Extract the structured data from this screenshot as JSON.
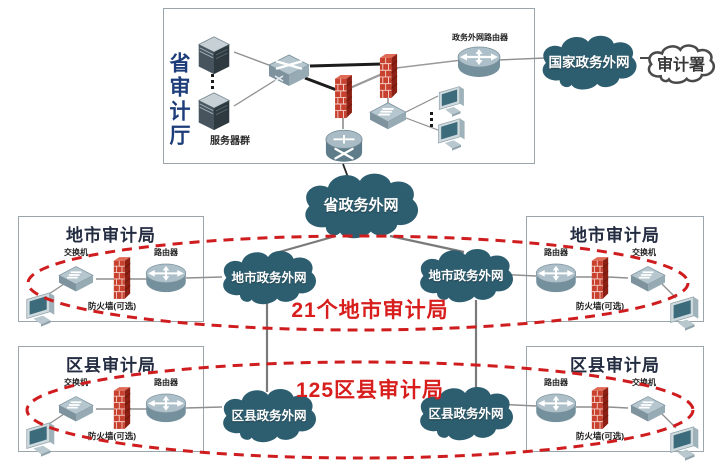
{
  "colors": {
    "cloud_dark": "#2d5e70",
    "cloud_light_fill": "#ffffff",
    "cloud_light_stroke": "#4a4a4a",
    "accent_red": "#d81d1d",
    "ellipse_red": "#cf1d1f",
    "box_border": "#9aa6ab",
    "title_dark": "#232c40",
    "vertical_title_blue": "#1d3d7a",
    "small_label": "#222222",
    "firewall_red": "#c8402e"
  },
  "top_box": {
    "vertical_title": "省审计厅",
    "server_group_label": "服务器群",
    "router_label": "政务外网路由器"
  },
  "clouds": {
    "national": "国家政务外网",
    "audit_office": "审计署",
    "provincial": "省政务外网",
    "city_left": "地市政务外网",
    "city_right": "地市政务外网",
    "county_left": "区县政务外网",
    "county_right": "区县政务外网"
  },
  "annotations": {
    "city_count": "21个地市审计局",
    "county_count": "125区县审计局"
  },
  "boxes": {
    "city_left": {
      "title": "地市审计局",
      "switch_label": "交换机",
      "router_label": "路由器",
      "firewall_label": "防火墙(可选)"
    },
    "city_right": {
      "title": "地市审计局",
      "switch_label": "交换机",
      "router_label": "路由器",
      "firewall_label": "防火墙(可选)"
    },
    "county_left": {
      "title": "区县审计局",
      "switch_label": "交换机",
      "router_label": "路由器",
      "firewall_label": "防火墙(可选)"
    },
    "county_right": {
      "title": "区县审计局",
      "switch_label": "交换机",
      "router_label": "路由器",
      "firewall_label": "防火墙(可选)"
    }
  }
}
